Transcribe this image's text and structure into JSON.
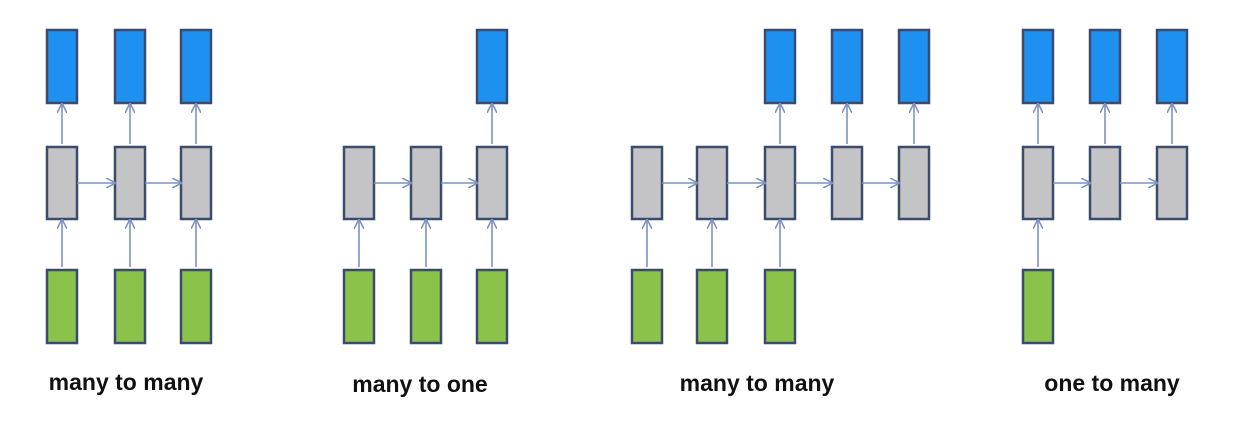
{
  "colors": {
    "output_fill": "#1E90F0",
    "hidden_fill": "#C4C4C6",
    "input_fill": "#8BC34A",
    "box_border": "#3C4A6E",
    "arrow": "#7C93BF",
    "caption_text": "#111111"
  },
  "diagrams": [
    {
      "caption": "many to many",
      "inputs": [
        true,
        true,
        true
      ],
      "outputs": [
        true,
        true,
        true
      ]
    },
    {
      "caption": "many to one",
      "inputs": [
        true,
        true,
        true
      ],
      "outputs": [
        false,
        false,
        true
      ]
    },
    {
      "caption": "many to many",
      "inputs": [
        true,
        true,
        true,
        false,
        false
      ],
      "outputs": [
        false,
        false,
        true,
        true,
        true
      ]
    },
    {
      "caption": "one to many",
      "inputs": [
        true,
        false,
        false
      ],
      "outputs": [
        true,
        true,
        true
      ]
    }
  ]
}
